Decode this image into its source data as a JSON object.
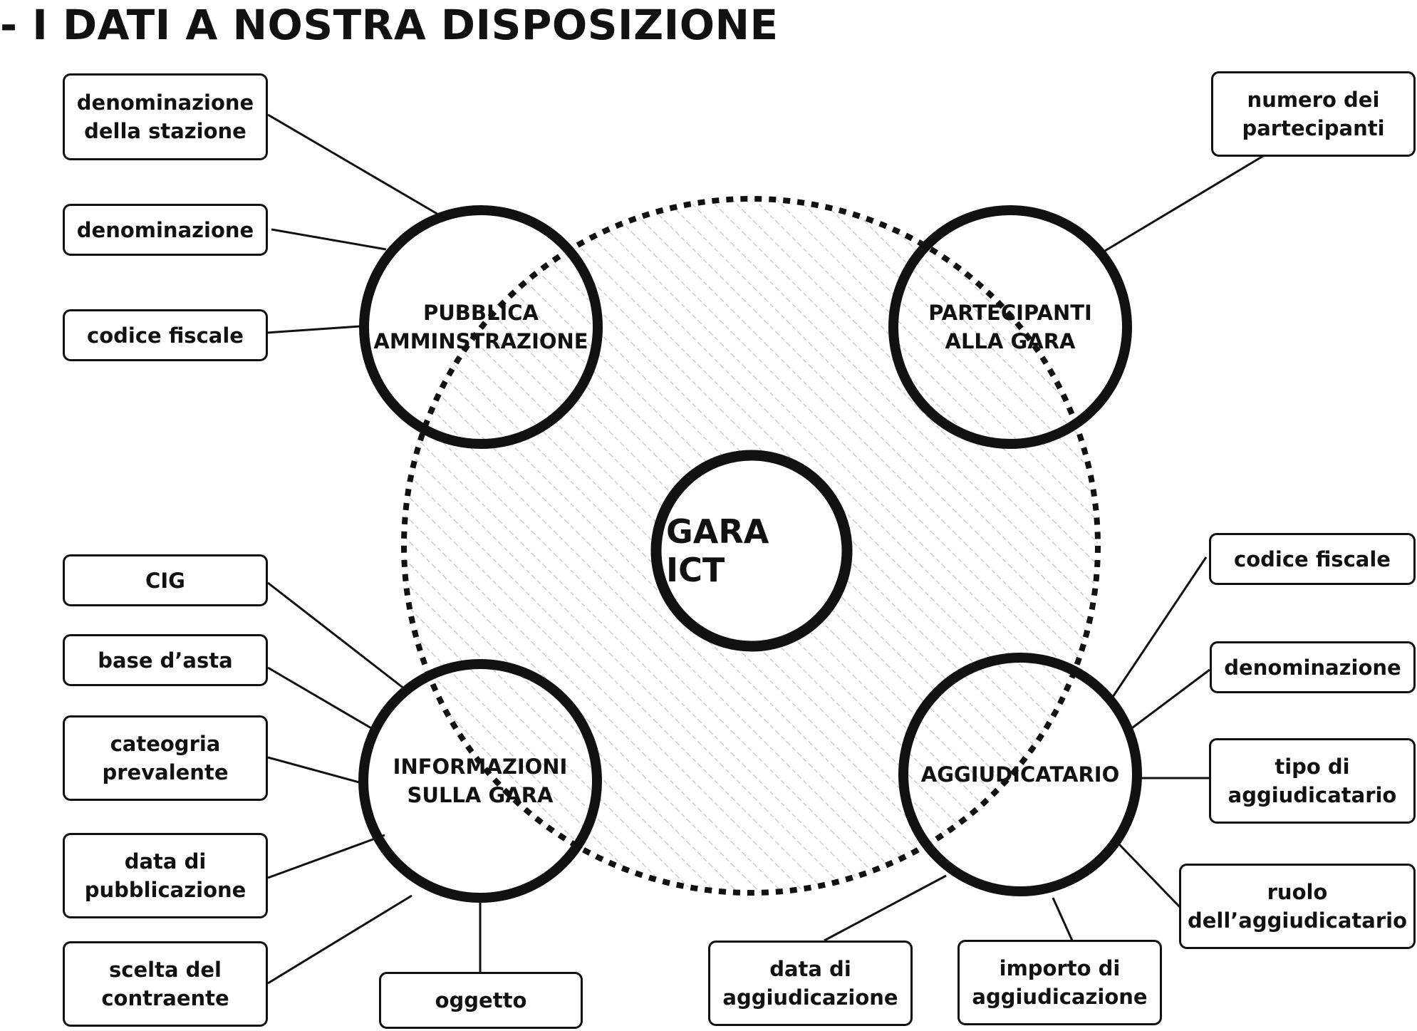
{
  "title": "- I DATI A NOSTRA DISPOSIZIONE",
  "center": "GARA ICT",
  "nodes": {
    "pa": "PUBBLICA\nAMMINSTRAZIONE",
    "partecipanti": "PARTECIPANTI\nALLA GARA",
    "info": "INFORMAZIONI\nSULLA GARA",
    "aggiudicatario": "AGGIUDICATARIO"
  },
  "boxes": {
    "pa_denominazione_stazione": "denominazione\ndella stazione",
    "pa_denominazione": "denominazione",
    "pa_codice_fiscale": "codice fiscale",
    "part_numero": "numero dei\npartecipanti",
    "info_cig": "CIG",
    "info_base_asta": "base d’asta",
    "info_categoria": "cateogria\nprevalente",
    "info_data_pubblicazione": "data di\npubblicazione",
    "info_scelta_contraente": "scelta del\ncontraente",
    "info_oggetto": "oggetto",
    "agg_codice_fiscale": "codice fiscale",
    "agg_denominazione": "denominazione",
    "agg_tipo": "tipo di\naggiudicatario",
    "agg_ruolo": "ruolo\ndell’aggiudicatario",
    "agg_importo": "importo di\naggiudicazione",
    "agg_data": "data di\naggiudicazione"
  }
}
